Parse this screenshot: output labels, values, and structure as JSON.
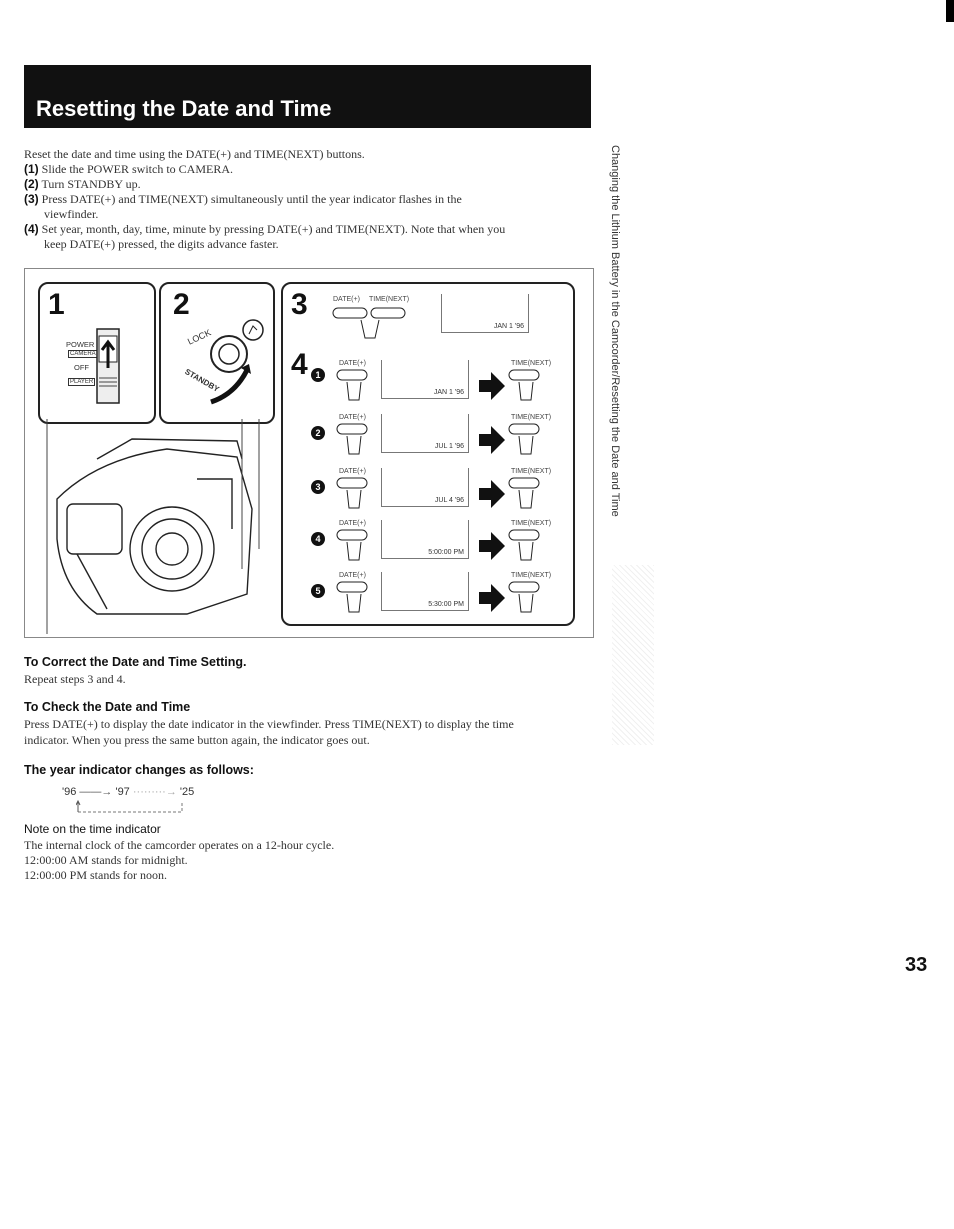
{
  "title": "Resetting the Date and Time",
  "intro": "Reset the date and time using the DATE(+) and TIME(NEXT) buttons.",
  "steps": [
    {
      "num": "(1)",
      "text": "Slide the POWER switch to CAMERA."
    },
    {
      "num": "(2)",
      "text": "Turn STANDBY up."
    },
    {
      "num": "(3)",
      "text": "Press DATE(+) and TIME(NEXT) simultaneously until the year indicator flashes in the",
      "cont": "viewfinder."
    },
    {
      "num": "(4)",
      "text": "Set year, month, day, time, minute by pressing DATE(+) and TIME(NEXT). Note that when you",
      "cont": "keep DATE(+) pressed, the digits advance faster."
    }
  ],
  "illustration": {
    "panels": [
      "1",
      "2",
      "3",
      "4"
    ],
    "power_labels": {
      "power": "POWER",
      "camera": "CAMERA",
      "off": "OFF",
      "player": "PLAYER"
    },
    "lock": "LOCK",
    "standby": "STANDBY",
    "step3": {
      "date": "DATE(+)",
      "time": "TIME(NEXT)",
      "display": "JAN 1 '96"
    },
    "substeps": [
      {
        "mark": "1",
        "date": "DATE(+)",
        "time": "TIME(NEXT)",
        "display": "JAN 1 '96"
      },
      {
        "mark": "2",
        "date": "DATE(+)",
        "time": "TIME(NEXT)",
        "display": "JUL 1 '96"
      },
      {
        "mark": "3",
        "date": "DATE(+)",
        "time": "TIME(NEXT)",
        "display": "JUL 4 '96"
      },
      {
        "mark": "4",
        "date": "DATE(+)",
        "time": "TIME(NEXT)",
        "display": "5:00:00 PM"
      },
      {
        "mark": "5",
        "date": "DATE(+)",
        "time": "TIME(NEXT)",
        "display": "5:30:00 PM"
      }
    ]
  },
  "correct": {
    "heading": "To Correct the Date and Time Setting.",
    "text": "Repeat steps 3 and 4."
  },
  "check": {
    "heading": "To Check the Date and Time",
    "line1": "Press DATE(+) to display the date indicator in the viewfinder. Press TIME(NEXT) to display the time",
    "line2": "indicator. When you press the same button again, the indicator goes out."
  },
  "year": {
    "heading": "The year indicator changes as follows:",
    "from": "'96",
    "mid": "'97",
    "to": "'25"
  },
  "note": {
    "heading": "Note on the time indicator",
    "lines": [
      "The internal clock of the camcorder operates on a 12-hour cycle.",
      "12:00:00 AM stands for midnight.",
      "12:00:00 PM stands for noon."
    ]
  },
  "sidebar": "Changing the Lithium Battery in the Camcorder/Resetting the Date and Time",
  "page_number": "33"
}
